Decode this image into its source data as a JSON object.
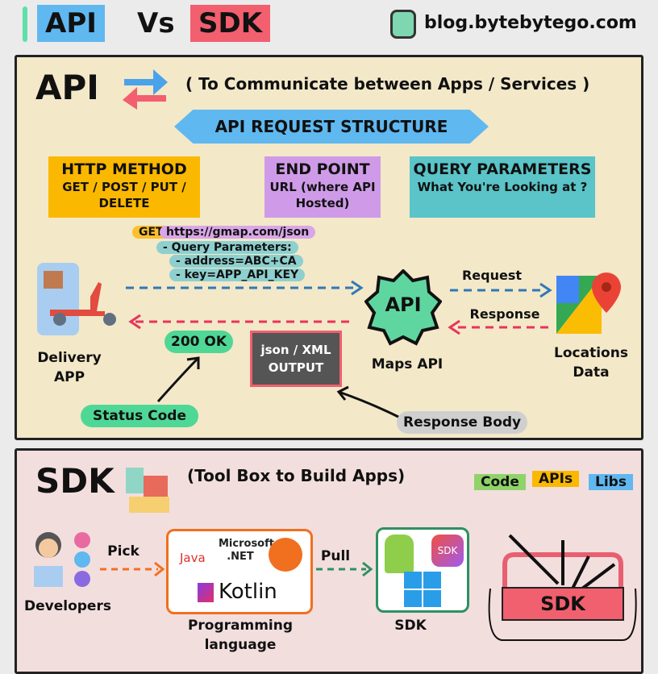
{
  "header": {
    "api": "API",
    "vs": "Vs",
    "sdk": "SDK",
    "site": "blog.bytebytego.com"
  },
  "api_section": {
    "title": "API",
    "subtitle": "( To Communicate between Apps / Services )",
    "banner": "API REQUEST STRUCTURE",
    "parts": [
      {
        "title": "HTTP METHOD",
        "desc": "GET / POST / PUT / DELETE"
      },
      {
        "title": "END POINT",
        "desc": "URL (where API Hosted)"
      },
      {
        "title": "QUERY PARAMETERS",
        "desc": "What You're Looking at ?"
      }
    ],
    "request": {
      "method": "GET",
      "url": "https://gmap.com/json",
      "params_label": "- Query Parameters:",
      "params": [
        "- address=ABC+CA",
        "- key=APP_API_KEY"
      ]
    },
    "client": "Delivery APP",
    "server_icon": "API",
    "server": "Maps API",
    "data": "Locations Data",
    "request_label": "Request",
    "response_label": "Response",
    "status": "200 OK",
    "status_label": "Status Code",
    "output": "json / XML OUTPUT",
    "body_label": "Response Body"
  },
  "sdk_section": {
    "title": "SDK",
    "subtitle": "(Tool Box to Build Apps)",
    "tags": [
      "Code",
      "APIs",
      "Libs"
    ],
    "developers": "Developers",
    "pick": "Pick",
    "pull": "Pull",
    "languages": [
      "Java",
      "Microsoft .NET",
      "Kotlin"
    ],
    "lang_label": "Programming language",
    "sdk_label": "SDK",
    "sdk_badge": "SDK",
    "toolbox": "SDK"
  }
}
